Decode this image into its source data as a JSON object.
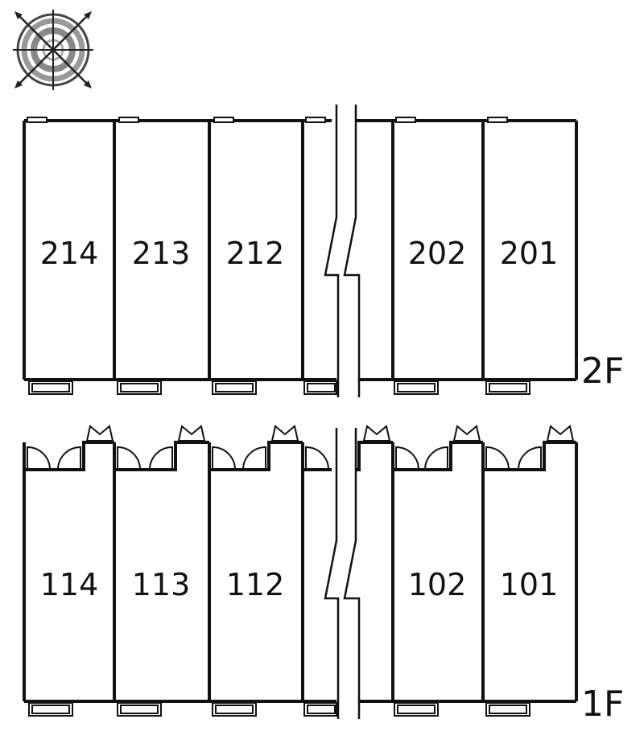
{
  "compass": {
    "icon": "compass-icon"
  },
  "floors": [
    {
      "label": "2F",
      "units_left": [
        "214",
        "213",
        "212"
      ],
      "units_right": [
        "202",
        "201"
      ]
    },
    {
      "label": "1F",
      "units_left": [
        "114",
        "113",
        "112"
      ],
      "units_right": [
        "102",
        "101"
      ]
    }
  ],
  "colors": {
    "line": "#111111",
    "background": "#ffffff",
    "compass_gray": "#a0a0a0"
  }
}
